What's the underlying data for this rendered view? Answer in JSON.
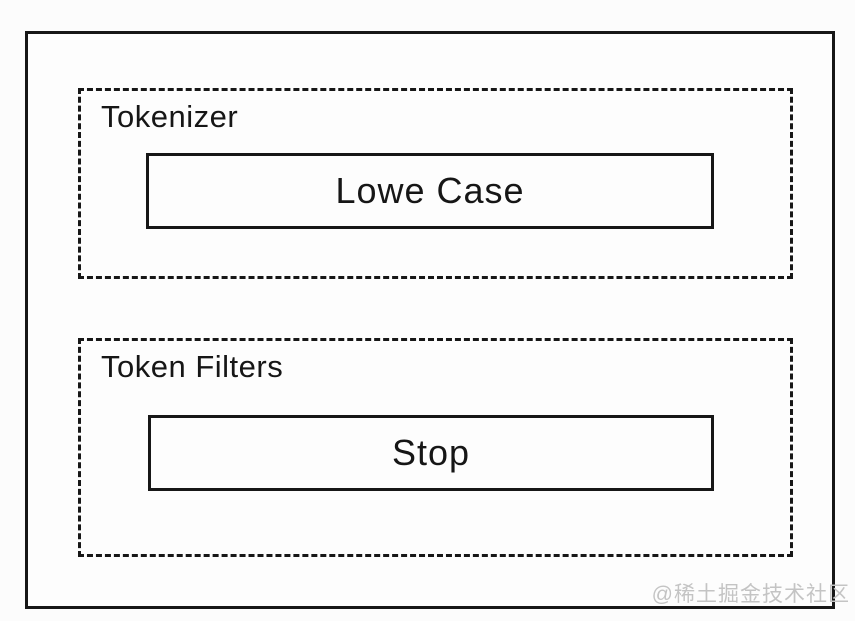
{
  "diagram": {
    "groups": [
      {
        "id": "tokenizer",
        "label": "Tokenizer",
        "items": [
          {
            "label": "Lowe Case"
          }
        ]
      },
      {
        "id": "token-filters",
        "label": "Token Filters",
        "items": [
          {
            "label": "Stop"
          }
        ]
      }
    ]
  },
  "watermark": {
    "text": "@稀土掘金技术社区"
  },
  "colors": {
    "line": "#171717",
    "text": "#161616",
    "watermark": "#c4c4c4",
    "background": "#fcfcfc"
  }
}
